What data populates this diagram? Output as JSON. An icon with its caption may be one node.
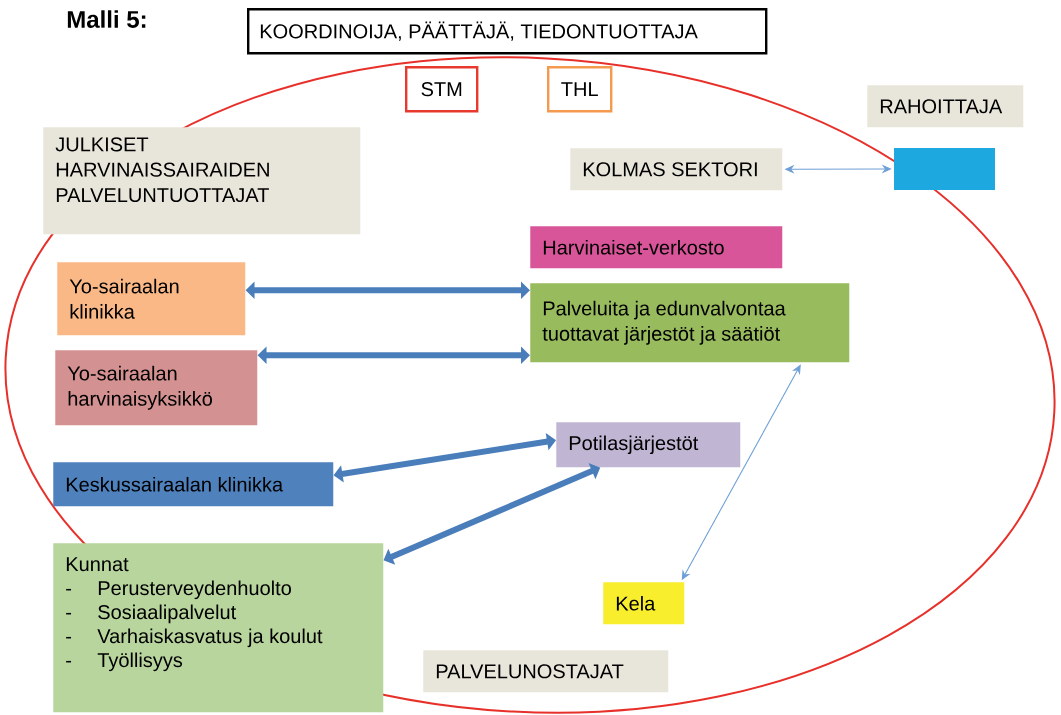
{
  "diagram": {
    "title": "Malli 5:",
    "nodes": [
      {
        "text": [
          "KOORDINOIJA, PÄÄTTÄJÄ, TIEDONTUOTTAJA"
        ]
      },
      {
        "text": [
          "STM"
        ]
      },
      {
        "text": [
          "THL"
        ]
      },
      {
        "text": [
          "RAHOITTAJA"
        ]
      },
      {
        "text": [
          "JULKISET HARVINAISSAIRAIDEN PALVELUNTUOTTAJAT"
        ]
      },
      {
        "text": [
          "KOLMAS SEKTORI"
        ]
      },
      {
        "text": [],
        "shape": "box"
      },
      {
        "text": [
          "Yo-sairaalan klinikka"
        ]
      },
      {
        "text": [
          "Harvinaiset-verkosto"
        ]
      },
      {
        "text": [
          "Palveluita ja edunvalvontaa tuottavat järjestöt ja säätiöt"
        ]
      },
      {
        "text": [
          "Yo-sairaalan harvinaisyksikkö"
        ]
      },
      {
        "text": [
          "Potilasjärjestöt"
        ]
      },
      {
        "text": [
          "Keskussairaalan klinikka"
        ]
      },
      {
        "text": [
          "Kunnat",
          "Perusterveydenhuolto",
          "Sosiaalipalvelut",
          "Varhaiskasvatus ja koulut",
          "Työllisyys"
        ]
      },
      {
        "text": [
          "Kela"
        ]
      },
      {
        "text": [
          "PALVELUNOSTAJAT"
        ]
      }
    ],
    "edges": [
      {
        "from": 7,
        "to": 9,
        "arrow": "both"
      },
      {
        "from": 10,
        "to": 9,
        "arrow": "both"
      },
      {
        "from": 12,
        "to": 11,
        "arrow": "both"
      },
      {
        "from": 13,
        "to": 11,
        "arrow": "both"
      },
      {
        "from": 5,
        "to": 6,
        "arrow": "both",
        "color": "#6e9fd6"
      },
      {
        "from": 14,
        "to": 9,
        "arrow": "both",
        "color": "#6e9fd6"
      }
    ],
    "labels": [
      "-",
      "-",
      "-",
      "-"
    ]
  }
}
